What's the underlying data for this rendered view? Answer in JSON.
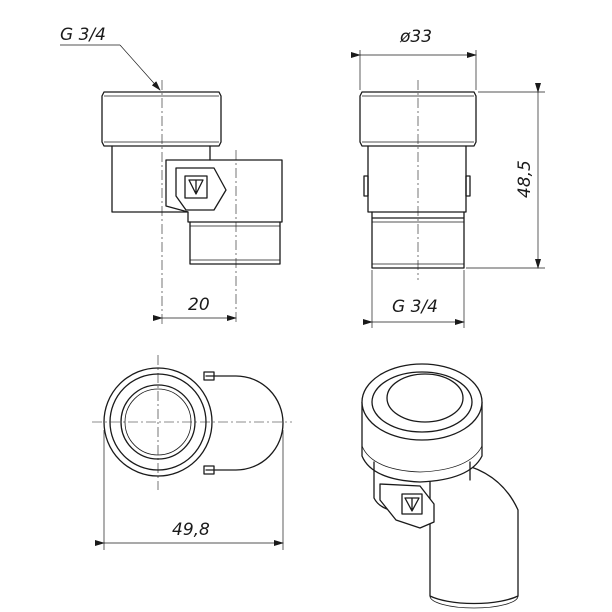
{
  "views": {
    "front": {
      "thread_label": "G 3/4",
      "offset_label": "20"
    },
    "side": {
      "diameter_label": "ø33",
      "height_label": "48,5",
      "thread_label": "G 3/4"
    },
    "top": {
      "length_label": "49,8"
    },
    "iso": {}
  },
  "colors": {
    "line": "#1a1a1a",
    "background": "#ffffff"
  }
}
